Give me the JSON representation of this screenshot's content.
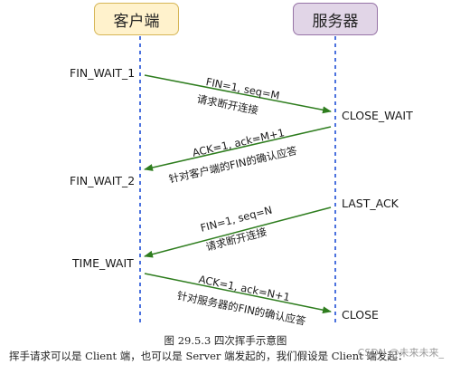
{
  "participants": {
    "client": "客户端",
    "server": "服务器"
  },
  "client_states": [
    "FIN_WAIT_1",
    "FIN_WAIT_2",
    "TIME_WAIT"
  ],
  "server_states": [
    "CLOSE_WAIT",
    "LAST_ACK",
    "CLOSE"
  ],
  "messages": [
    {
      "direction": "client-to-server",
      "line1": "FIN=1, seq=M",
      "line2": "请求断开连接"
    },
    {
      "direction": "server-to-client",
      "line1": "ACK=1, ack=M+1",
      "line2": "针对客户端的FIN的确认应答"
    },
    {
      "direction": "server-to-client",
      "line1": "FIN=1, seq=N",
      "line2": "请求断开连接"
    },
    {
      "direction": "client-to-server",
      "line1": "ACK=1, ack=N+1",
      "line2": "针对服务器的FIN的确认应答"
    }
  ],
  "colors": {
    "client_fill": "#fff2cc",
    "client_border": "#d6b656",
    "server_fill": "#e1d5e7",
    "server_border": "#9673a6",
    "lifeline": "#1f4fd6",
    "arrow": "#2e7d1e"
  },
  "caption": "图  29.5.3  四次挥手示意图",
  "body_text": "挥手请求可以是 Client 端，也可以是 Server 端发起的，我们假设是 Client 端发起：",
  "watermark": "CSDN @未来未来_"
}
